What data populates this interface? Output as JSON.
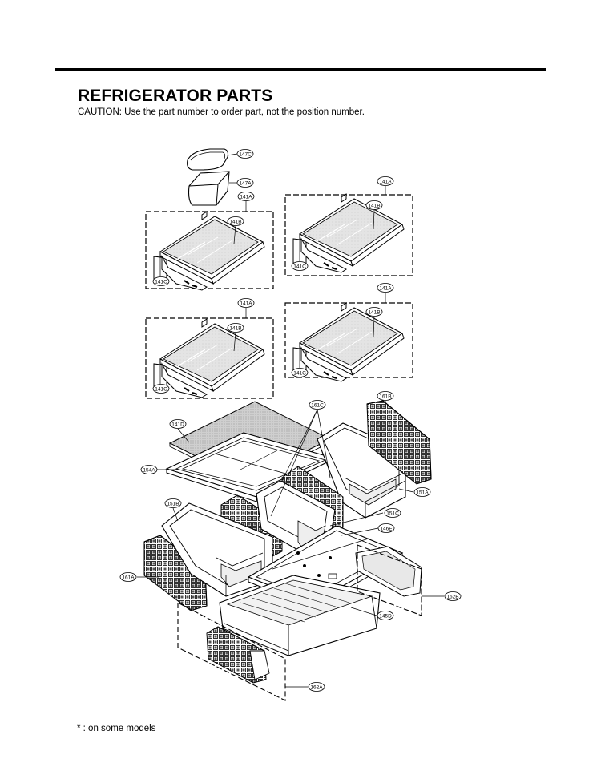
{
  "header": {
    "title": "REFRIGERATOR PARTS",
    "caution": "CAUTION: Use the part number to order part, not the position number."
  },
  "footnote": "* : on some models",
  "callouts": {
    "c147C": "147C",
    "c147A": "147A",
    "s1_141A": "141A",
    "s1_141B": "141B",
    "s1_141C": "141C",
    "s2_141A": "141A",
    "s2_141B": "141B",
    "s2_141C": "141C",
    "s3_141A": "141A",
    "s3_141B": "141B",
    "s3_141C": "141C",
    "s4_141A": "141A",
    "s4_141B": "141B",
    "s4_141C": "141C",
    "c141D": "141D",
    "c154A": "154A",
    "c161C": "161C",
    "c161B": "161B",
    "c151A": "151A",
    "c151B": "151B",
    "c151C": "151C",
    "c146E": "146E",
    "c161A": "161A",
    "c162B": "162B",
    "c145D": "145D",
    "c162A": "162A"
  }
}
